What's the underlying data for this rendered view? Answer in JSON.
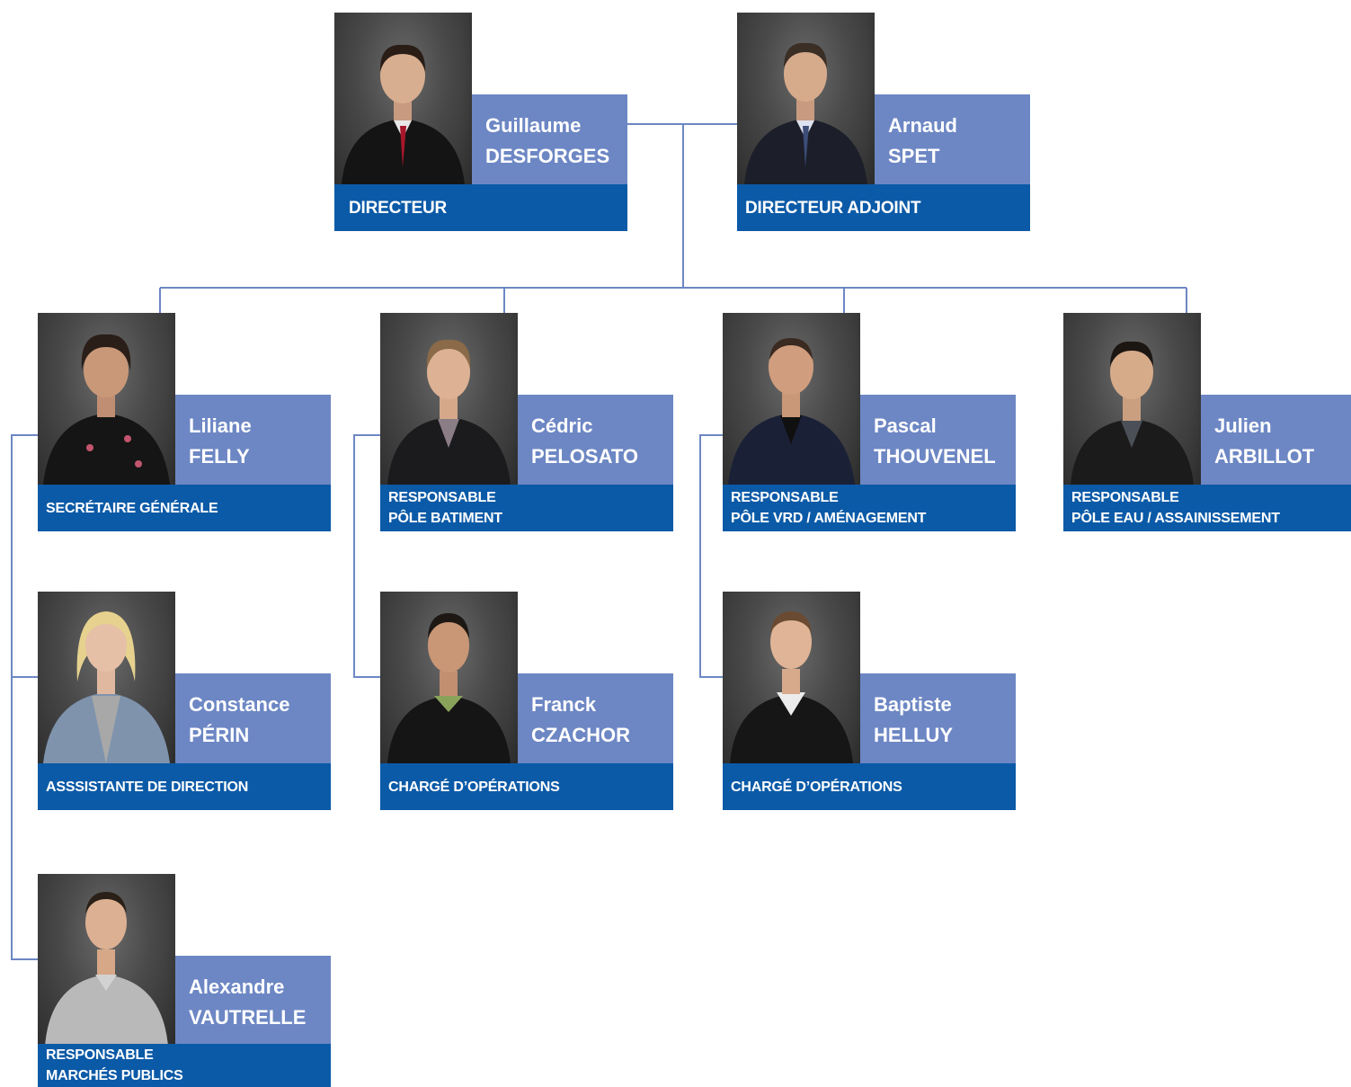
{
  "colors": {
    "name_box": "#6d87c4",
    "title_bar": "#0b5aa7",
    "connector": "#6d87c4",
    "photo_background": "#3d3d3d"
  },
  "people": {
    "desforges": {
      "first": "Guillaume",
      "last": "DESFORGES",
      "title1": "DIRECTEUR",
      "title2": ""
    },
    "spet": {
      "first": "Arnaud",
      "last": "SPET",
      "title1": "DIRECTEUR ADJOINT",
      "title2": ""
    },
    "felly": {
      "first": "Liliane",
      "last": "FELLY",
      "title1": "SECRÉTAIRE GÉNÉRALE",
      "title2": ""
    },
    "pelosato": {
      "first": "Cédric",
      "last": "PELOSATO",
      "title1": "RESPONSABLE",
      "title2": "PÔLE BATIMENT"
    },
    "thouvenel": {
      "first": "Pascal",
      "last": "THOUVENEL",
      "title1": "RESPONSABLE",
      "title2": "PÔLE VRD / AMÉNAGEMENT"
    },
    "arbillot": {
      "first": "Julien",
      "last": "ARBILLOT",
      "title1": "RESPONSABLE",
      "title2": "PÔLE EAU / ASSAINISSEMENT"
    },
    "perin": {
      "first": "Constance",
      "last": "PÉRIN",
      "title1": "ASSSISTANTE DE DIRECTION",
      "title2": ""
    },
    "czachor": {
      "first": "Franck",
      "last": "CZACHOR",
      "title1": "CHARGÉ D’OPÉRATIONS",
      "title2": ""
    },
    "helluy": {
      "first": "Baptiste",
      "last": "HELLUY",
      "title1": "CHARGÉ D’OPÉRATIONS",
      "title2": ""
    },
    "vautrelle": {
      "first": "Alexandre",
      "last": "VAUTRELLE",
      "title1": "RESPONSABLE",
      "title2": "MARCHÉS PUBLICS"
    }
  }
}
